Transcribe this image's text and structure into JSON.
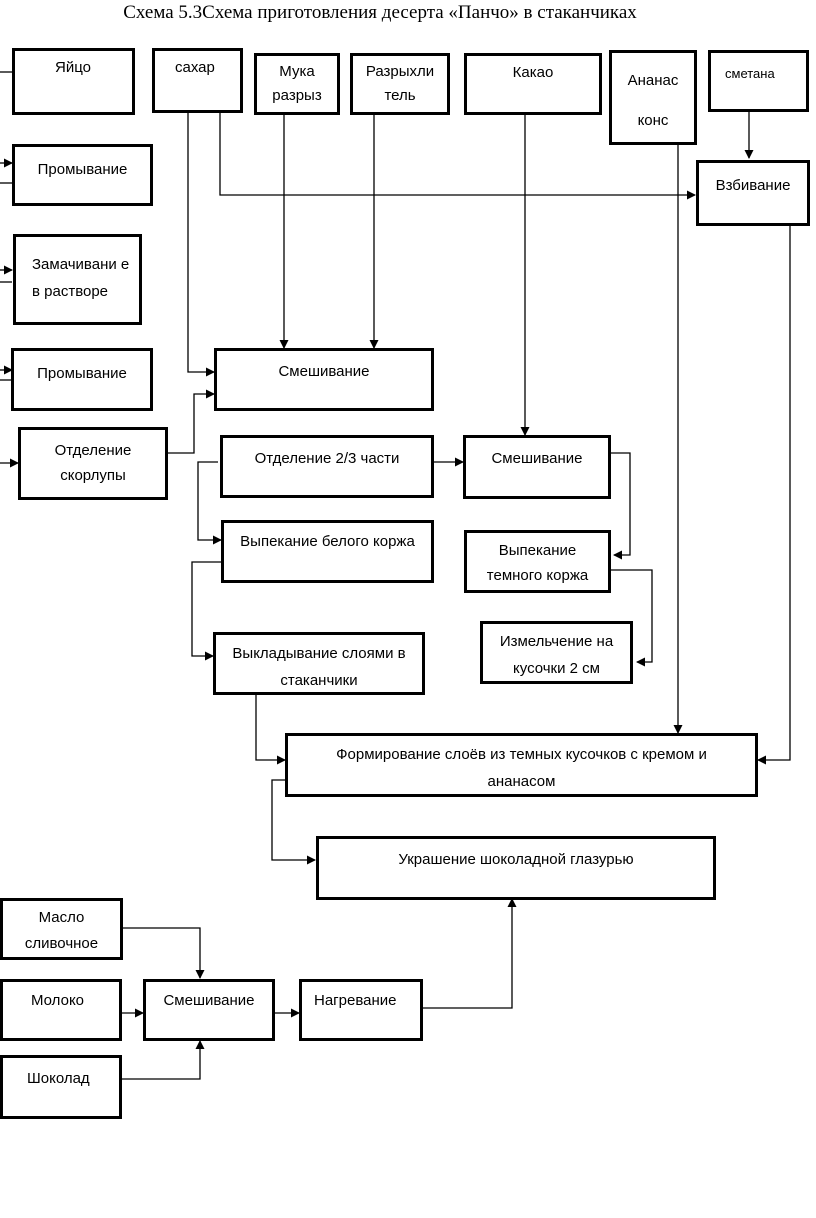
{
  "title": "Схема 5.3Схема приготовления десерта «Панчо» в стаканчиках",
  "ingredients": {
    "egg": "Яйцо",
    "sugar": "сахар",
    "flour": "Мука разрыз",
    "leavening": "Разрыхли тель",
    "cocoa": "Какао",
    "pineapple": "Ананас конс",
    "sour_cream": "сметана"
  },
  "egg_processing": {
    "wash1": "Промывание",
    "soak": "Замачивани е в растворе",
    "wash2": "Промывание",
    "shell": "Отделение скорлупы"
  },
  "steps": {
    "whip": "Взбивание",
    "mix1": "Смешивание",
    "separate": "Отделение 2/3 части",
    "mix2": "Смешивание",
    "bake_white": "Выпекание белого коржа",
    "bake_dark": "Выпекание темного коржа",
    "layer_cups": "Выкладывание слоями в стаканчики",
    "chop": "Измельчение на кусочки 2 см",
    "form_layers": "Формирование слоёв из темных кусочков с кремом и ананасом",
    "decorate": "Украшение шоколадной глазурью"
  },
  "glaze": {
    "butter": "Масло сливочное",
    "milk": "Молоко",
    "chocolate": "Шоколад",
    "mix": "Смешивание",
    "heat": "Нагревание"
  }
}
